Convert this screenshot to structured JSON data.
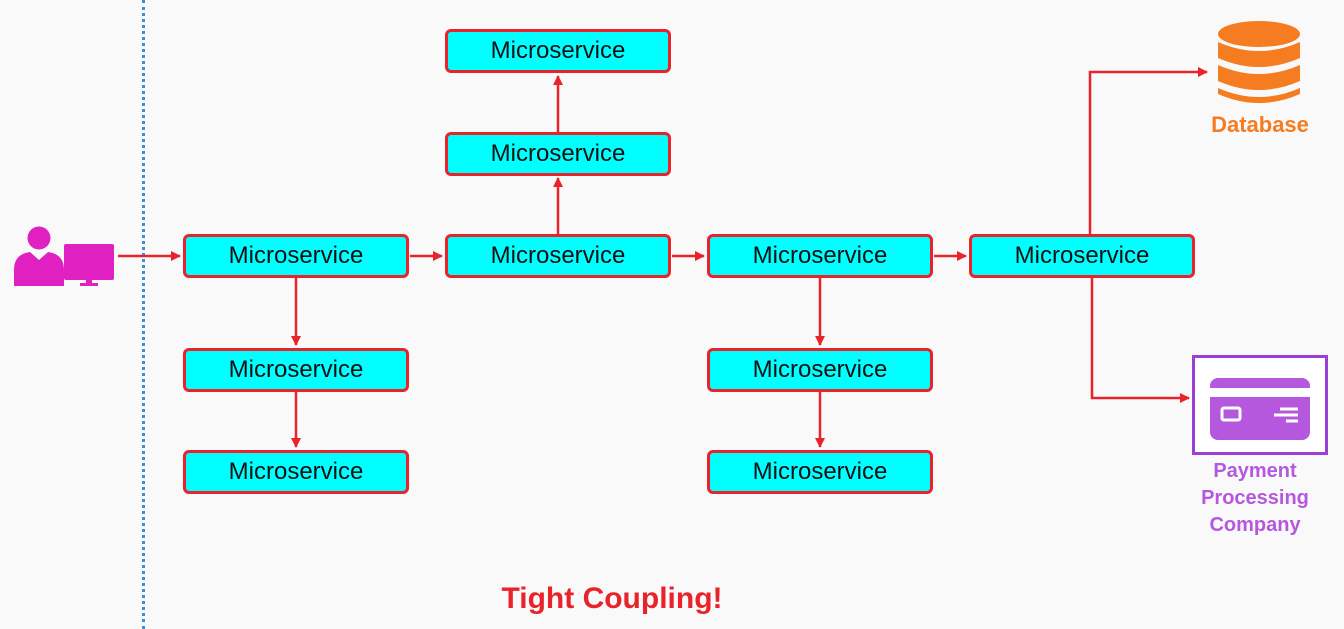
{
  "services": [
    {
      "label": "Microservice"
    },
    {
      "label": "Microservice"
    },
    {
      "label": "Microservice"
    },
    {
      "label": "Microservice"
    },
    {
      "label": "Microservice"
    },
    {
      "label": "Microservice"
    },
    {
      "label": "Microservice"
    },
    {
      "label": "Microservice"
    },
    {
      "label": "Microservice"
    },
    {
      "label": "Microservice"
    }
  ],
  "database": {
    "label": "Database",
    "icon": "database-icon",
    "color": "#f57c20"
  },
  "payment": {
    "label": "Payment\nProcessing\nCompany",
    "icon": "credit-card-icon",
    "color": "#b658de"
  },
  "user": {
    "icon": "user-computer-icon",
    "color": "#e020c0"
  },
  "footer": {
    "title": "Tight Coupling!"
  },
  "colors": {
    "arrow": "#e8232b",
    "service_fill": "#00ffff",
    "divider": "#3b8fd6"
  }
}
